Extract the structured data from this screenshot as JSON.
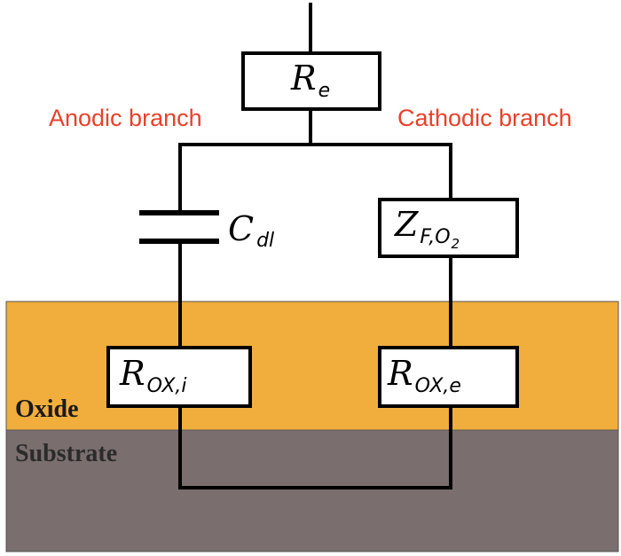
{
  "diagram": {
    "labels": {
      "anodic": "Anodic branch",
      "cathodic": "Cathodic branch",
      "oxide": "Oxide",
      "substrate": "Substrate"
    },
    "components": {
      "re": {
        "symbol": "R",
        "subscript": "e"
      },
      "cdl": {
        "symbol": "C",
        "subscript": "dl"
      },
      "zf": {
        "symbol": "Z",
        "subscript": "F,O",
        "subscript_index": "2"
      },
      "roxi": {
        "symbol": "R",
        "subscript": "OX,i"
      },
      "roxe": {
        "symbol": "R",
        "subscript": "OX,e"
      }
    },
    "colors": {
      "oxide": "#F1AE3D",
      "substrate": "#7A6E6F",
      "branch_label": "#E8412C",
      "oxide_label": "#1A1A1A",
      "substrate_label": "#2B2B2B"
    }
  }
}
